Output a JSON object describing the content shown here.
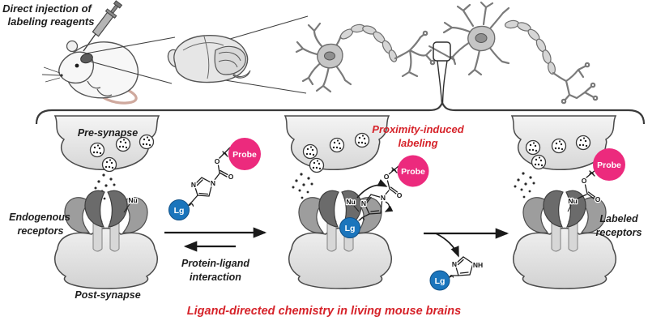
{
  "title": {
    "line1": "Direct injection of",
    "line2": "labeling reagents"
  },
  "panels": {
    "pre_synapse_label": "Pre-synapse",
    "post_synapse_label": "Post-synapse",
    "endogenous": {
      "line1": "Endogenous",
      "line2": "receptors"
    },
    "labeled": {
      "line1": "Labeled",
      "line2": "receptors"
    },
    "proximity": {
      "line1": "Proximity-induced",
      "line2": "labeling"
    },
    "protein_ligand": {
      "line1": "Protein-ligand",
      "line2": "interaction"
    }
  },
  "caption": "Ligand-directed chemistry in living mouse brains",
  "chem": {
    "lg": "Lg",
    "probe": "Probe",
    "nu": "Nu",
    "n": "N",
    "nh": "NH",
    "o": "O"
  },
  "colors": {
    "probe_pink": "#ec2a7d",
    "lg_blue": "#1b75bc",
    "accent_red": "#d6232a"
  }
}
